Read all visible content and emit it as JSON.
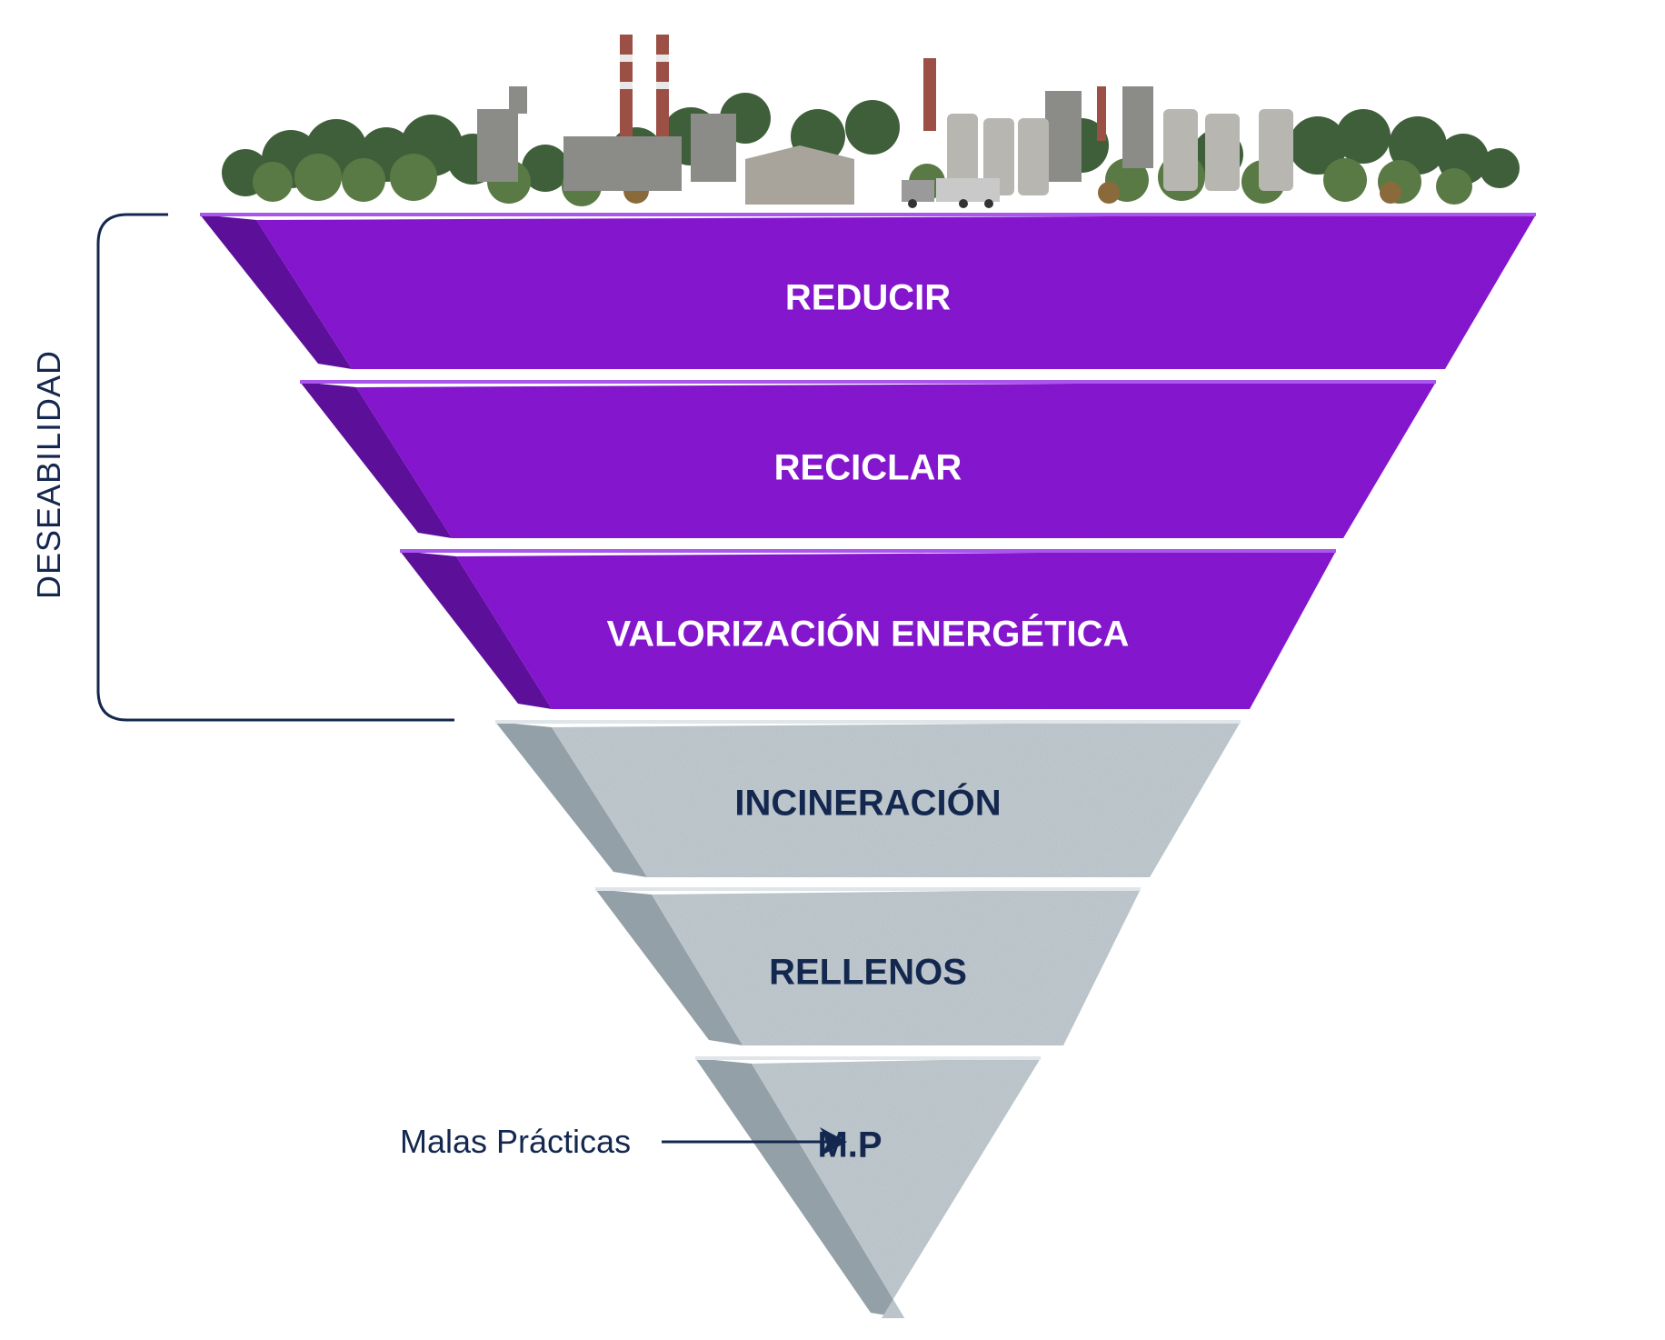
{
  "diagram": {
    "side_label": "DESEABILIDAD",
    "levels": [
      {
        "label": "REDUCIR",
        "tier": "desirable"
      },
      {
        "label": "RECICLAR",
        "tier": "desirable"
      },
      {
        "label": "VALORIZACIÓN ENERGÉTICA",
        "tier": "desirable"
      },
      {
        "label": "INCINERACIÓN",
        "tier": "undesirable"
      },
      {
        "label": "RELLENOS",
        "tier": "undesirable"
      },
      {
        "label": "M.P",
        "tier": "undesirable"
      }
    ],
    "note": {
      "label": "Malas Prácticas",
      "points_to": "M.P"
    },
    "colors": {
      "desirable_face": "#8a1fd6",
      "desirable_side": "#5c0f99",
      "desirable_text": "#ffffff",
      "undesirable_face": "#c3cdd3",
      "undesirable_side": "#93a0a8",
      "undesirable_text": "#14284f",
      "bracket": "#14284f"
    },
    "top_scene": "industrial-forest-skyline"
  }
}
